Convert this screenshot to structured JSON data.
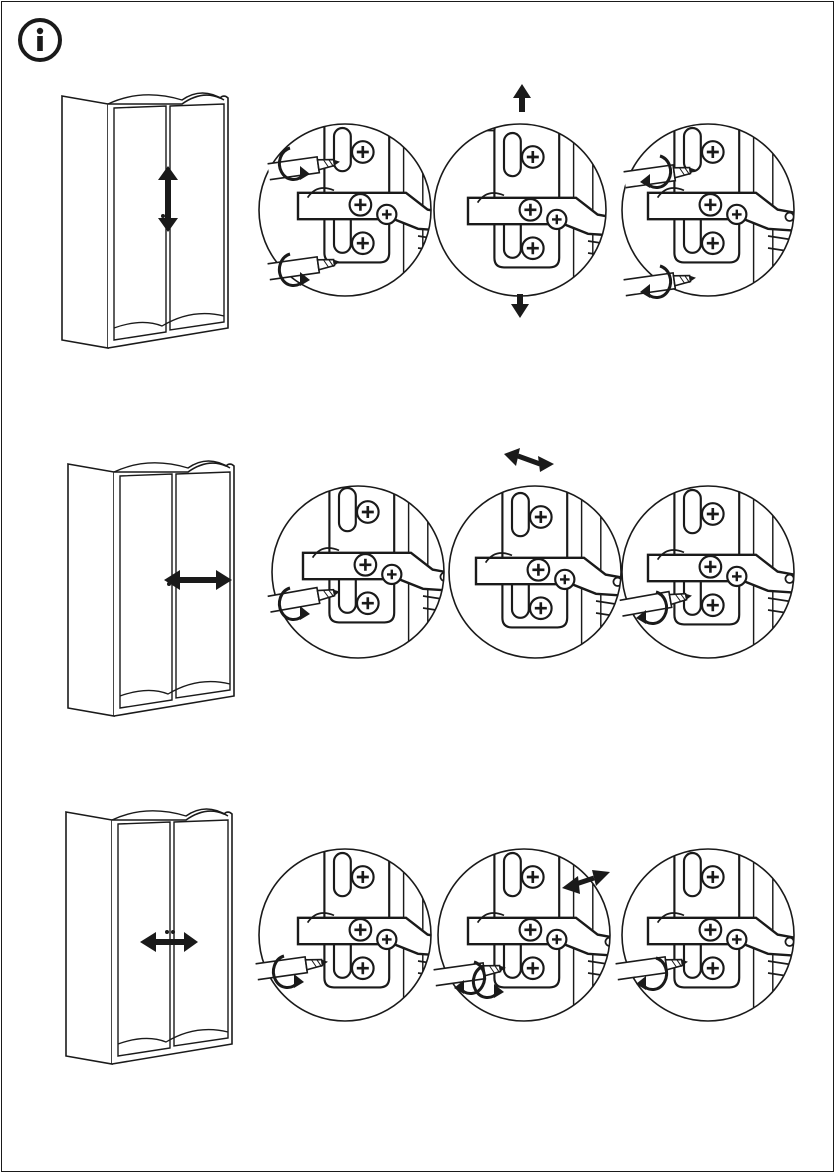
{
  "page": {
    "type": "assembly-instruction-page",
    "info_symbol": "i",
    "line_color": "#1a1a1a",
    "fill_color": "#ffffff"
  },
  "steps": [
    {
      "name": "vertical-adjustment",
      "wardrobe_arrow": "vertical-double-arrow",
      "panels": [
        {
          "tool": "screwdriver-two-screws",
          "action": "loosen-screws"
        },
        {
          "tool": "none",
          "action": "move-hinge-up-down"
        },
        {
          "tool": "screwdriver-two-screws",
          "action": "tighten-screws"
        }
      ]
    },
    {
      "name": "depth-adjustment",
      "wardrobe_arrow": "horizontal-double-arrow-right",
      "panels": [
        {
          "tool": "screwdriver-one-screw",
          "action": "loosen-screw"
        },
        {
          "tool": "none",
          "action": "move-hinge-in-out"
        },
        {
          "tool": "screwdriver-one-screw",
          "action": "tighten-screw"
        }
      ]
    },
    {
      "name": "side-adjustment",
      "wardrobe_arrow": "horizontal-double-arrow-left",
      "panels": [
        {
          "tool": "screwdriver-front-screw",
          "action": "turn-screw"
        },
        {
          "tool": "screwdriver-front-screw",
          "action": "turn-screw-both-ways"
        },
        {
          "tool": "screwdriver-front-screw",
          "action": "turn-screw"
        }
      ]
    }
  ]
}
